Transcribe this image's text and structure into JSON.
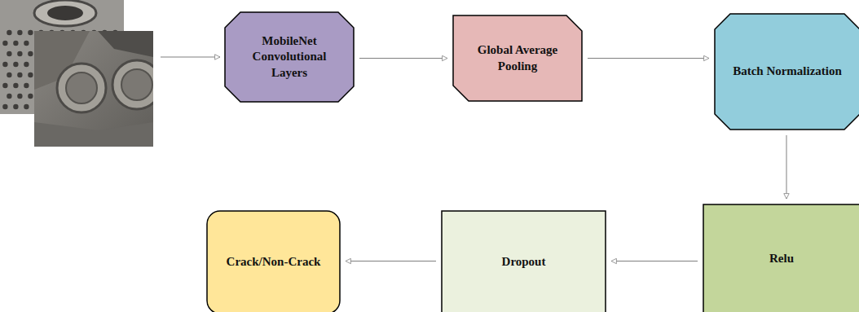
{
  "diagram": {
    "nodes": [
      {
        "text": [
          "MobileNet Convolutional Layers"
        ]
      },
      {
        "text": [
          "Global Average Pooling"
        ]
      },
      {
        "text": [
          "Batch Normalization"
        ]
      },
      {
        "text": [
          "Relu"
        ]
      },
      {
        "text": [
          "Dropout"
        ]
      },
      {
        "text": [
          "Crack/Non-Crack"
        ]
      }
    ],
    "edges": [
      {
        "from": 0,
        "to": 1,
        "arrow": "to"
      },
      {
        "from": 1,
        "to": 2,
        "arrow": "to"
      },
      {
        "from": 2,
        "to": 3,
        "arrow": "to"
      },
      {
        "from": 3,
        "to": 4,
        "arrow": "to"
      },
      {
        "from": 4,
        "to": 5,
        "arrow": "to"
      }
    ]
  }
}
